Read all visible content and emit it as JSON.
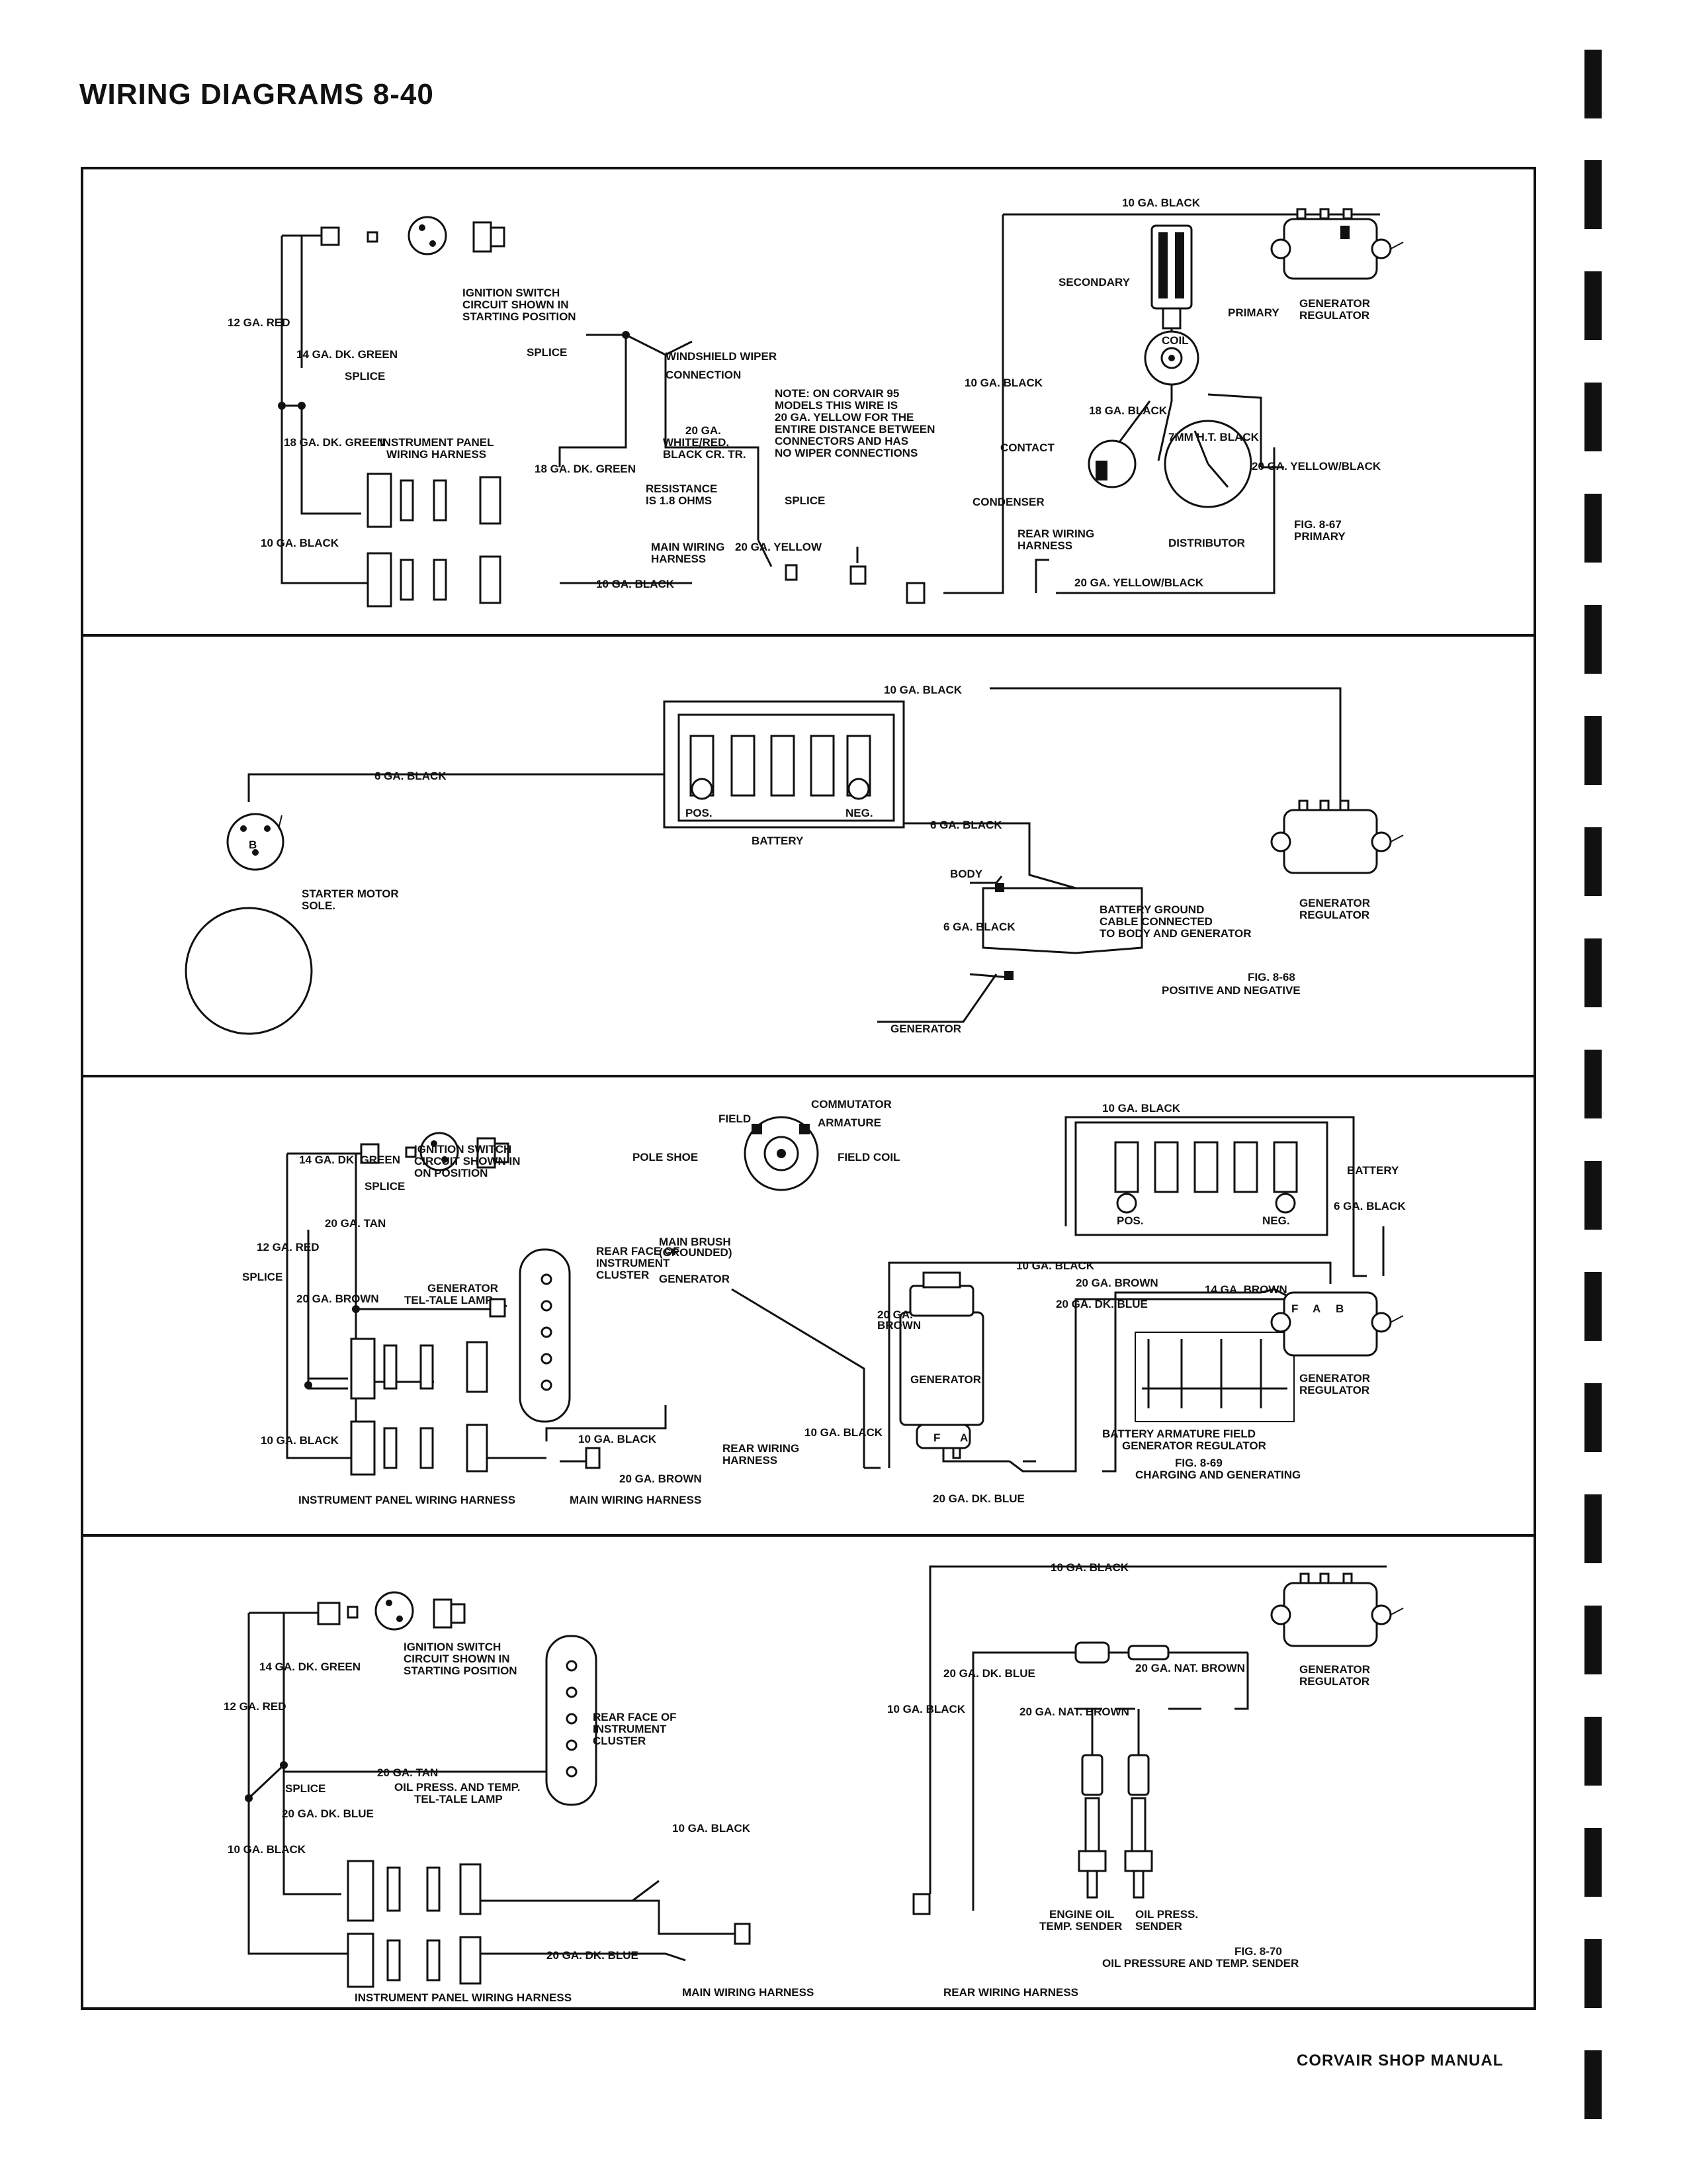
{
  "page": {
    "header": "WIRING DIAGRAMS 8-40",
    "footer": "CORVAIR SHOP MANUAL"
  },
  "panel1": {
    "labels": {
      "red12": "12 GA. RED",
      "green14": "14 GA. DK. GREEN",
      "splice1": "SPLICE",
      "green18a": "18 GA. DK. GREEN",
      "ipwh1": "INSTRUMENT PANEL",
      "ipwh2": "WIRING HARNESS",
      "black10a": "10 GA. BLACK",
      "ign1": "IGNITION SWITCH",
      "ign2": "CIRCUIT SHOWN IN",
      "ign3": "STARTING POSITION",
      "splice2": "SPLICE",
      "wiper1": "WINDSHIELD WIPER",
      "wiper2": "CONNECTION",
      "green18b": "18 GA. DK. GREEN",
      "wr1": "20 GA.",
      "wr2": "WHITE/RED,",
      "wr3": "BLACK CR. TR.",
      "res1": "RESISTANCE",
      "res2": "IS 1.8 OHMS",
      "note1": "NOTE: ON CORVAIR 95",
      "note2": "MODELS THIS WIRE IS",
      "note3": "20 GA. YELLOW FOR THE",
      "note4": "ENTIRE DISTANCE BETWEEN",
      "note5": "CONNECTORS AND HAS",
      "note6": "NO WIPER CONNECTIONS",
      "splice3": "SPLICE",
      "mwh1": "MAIN WIRING",
      "mwh2": "HARNESS",
      "yellow20": "20 GA. YELLOW",
      "black10b": "10 GA. BLACK",
      "black10top": "10 GA. BLACK",
      "secondary": "SECONDARY",
      "primary": "PRIMARY",
      "coil": "COIL",
      "genreg1": "GENERATOR",
      "genreg2": "REGULATOR",
      "black10c": "10 GA. BLACK",
      "black18": "18 GA. BLACK",
      "ht": "7MM H.T. BLACK",
      "contact": "CONTACT",
      "condenser": "CONDENSER",
      "yb20a": "20 GA. YELLOW/BLACK",
      "rwh1": "REAR WIRING",
      "rwh2": "HARNESS",
      "distributor": "DISTRIBUTOR",
      "yb20b": "20 GA. YELLOW/BLACK",
      "fig1": "FIG. 8-67",
      "fig2": "PRIMARY"
    }
  },
  "panel2": {
    "labels": {
      "black10": "10 GA. BLACK",
      "black6a": "6 GA. BLACK",
      "b": "B",
      "starter1": "STARTER MOTOR",
      "starter2": "SOLE.",
      "pos": "POS.",
      "neg": "NEG.",
      "battery": "BATTERY",
      "black6b": "6 GA. BLACK",
      "body": "BODY",
      "black6c": "6 GA. BLACK",
      "bg1": "BATTERY GROUND",
      "bg2": "CABLE CONNECTED",
      "bg3": "TO BODY AND GENERATOR",
      "generator": "GENERATOR",
      "genreg1": "GENERATOR",
      "genreg2": "REGULATOR",
      "fig1": "FIG. 8-68",
      "fig2": "POSITIVE AND NEGATIVE"
    }
  },
  "panel3": {
    "labels": {
      "green14": "14 GA. DK. GREEN",
      "splice1": "SPLICE",
      "ign1": "IGNITION SWITCH",
      "ign2": "CIRCUIT SHOWN IN",
      "ign3": "ON POSITION",
      "tan20": "20 GA. TAN",
      "red12": "12 GA. RED",
      "splice2": "SPLICE",
      "rf1": "REAR FACE OF",
      "rf2": "INSTRUMENT",
      "rf3": "CLUSTER",
      "brown20a": "20 GA. BROWN",
      "gtl1": "GENERATOR",
      "gtl2": "TEL-TALE LAMP",
      "black10a": "10 GA. BLACK",
      "black10b": "10 GA. BLACK",
      "brown20b": "20 GA. BROWN",
      "ipwh": "INSTRUMENT PANEL WIRING HARNESS",
      "mwh": "MAIN WIRING HARNESS",
      "commutator": "COMMUTATOR",
      "field": "FIELD",
      "armature": "ARMATURE",
      "poleshoe": "POLE SHOE",
      "fieldcoil": "FIELD COIL",
      "mb1": "MAIN BRUSH",
      "mb2": "(GROUNDED)",
      "generator": "GENERATOR",
      "black10top": "10 GA. BLACK",
      "battery": "BATTERY",
      "pos": "POS.",
      "neg": "NEG.",
      "black6": "6 GA. BLACK",
      "black10c": "10 GA. BLACK",
      "brown20c": "20 GA. BROWN",
      "brown14": "14 GA. BROWN",
      "blue20a": "20 GA. DK. BLUE",
      "brown20d1": "20 GA.",
      "brown20d2": "BROWN",
      "genbox": "GENERATOR",
      "f": "F",
      "a": "A",
      "blue20b": "20 GA. DK. BLUE",
      "black10d": "10 GA. BLACK",
      "rwh1": "REAR WIRING",
      "rwh2": "HARNESS",
      "faf1": "BATTERY ARMATURE FIELD",
      "faf2": "GENERATOR REGULATOR",
      "regF": "F",
      "regA": "A",
      "regB": "B",
      "genreg1": "GENERATOR",
      "genreg2": "REGULATOR",
      "fig1": "FIG. 8-69",
      "fig2": "CHARGING AND GENERATING"
    }
  },
  "panel4": {
    "labels": {
      "green14": "14 GA. DK. GREEN",
      "ign1": "IGNITION SWITCH",
      "ign2": "CIRCUIT SHOWN IN",
      "ign3": "STARTING POSITION",
      "red12": "12 GA. RED",
      "rf1": "REAR FACE OF",
      "rf2": "INSTRUMENT",
      "rf3": "CLUSTER",
      "splice": "SPLICE",
      "tan20": "20 GA. TAN",
      "otl1": "OIL PRESS. AND TEMP.",
      "otl2": "TEL-TALE LAMP",
      "blue20a": "20 GA. DK. BLUE",
      "black10a": "10 GA. BLACK",
      "black10b": "10 GA. BLACK",
      "blue20b": "20 GA. DK. BLUE",
      "ipwh": "INSTRUMENT PANEL WIRING HARNESS",
      "mwh": "MAIN WIRING HARNESS",
      "black10top": "10 GA. BLACK",
      "genreg1": "GENERATOR",
      "genreg2": "REGULATOR",
      "blue20c": "20 GA. DK. BLUE",
      "natbrown1": "20 GA. NAT. BROWN",
      "black10c": "10 GA. BLACK",
      "natbrown2": "20 GA. NAT. BROWN",
      "eng1": "ENGINE OIL",
      "eng2": "TEMP. SENDER",
      "oil1": "OIL PRESS.",
      "oil2": "SENDER",
      "rwh": "REAR WIRING HARNESS",
      "fig1": "FIG. 8-70",
      "fig2": "OIL PRESSURE AND TEMP. SENDER"
    }
  }
}
